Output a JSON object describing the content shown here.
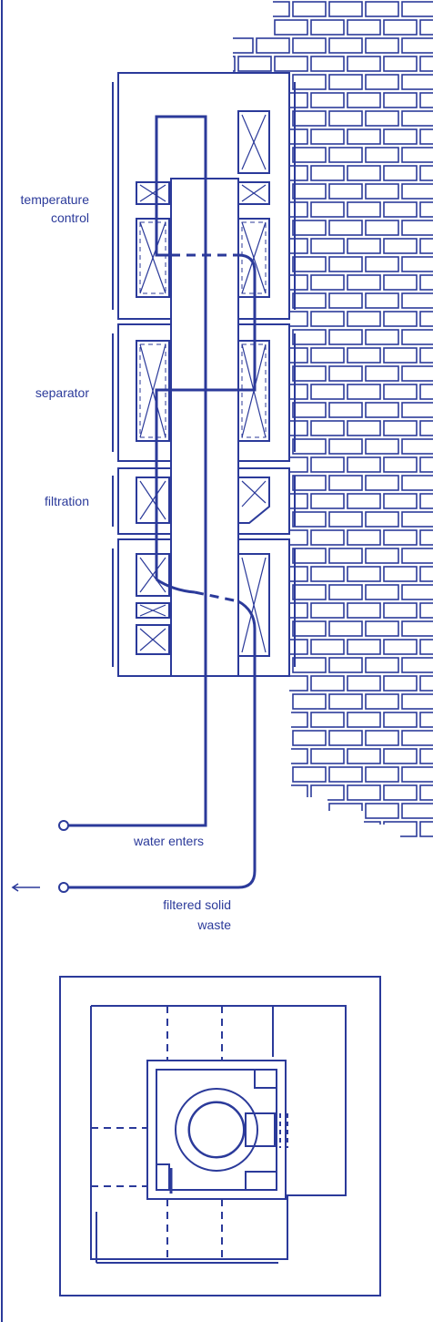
{
  "colors": {
    "ink": "#2b3a9a",
    "background": "#ffffff"
  },
  "labels": {
    "temperature_control": [
      "temperature",
      "control"
    ],
    "separator": "separator",
    "filtration": "filtration",
    "water_enters": "water enters",
    "filtered_solid_waste": [
      "filtered solid",
      "waste"
    ]
  }
}
